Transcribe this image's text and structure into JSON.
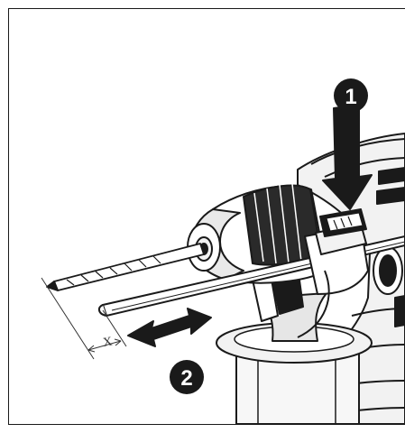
{
  "callouts": {
    "step1": "1",
    "step2": "2"
  },
  "dimension": {
    "label": "X"
  },
  "colors": {
    "stroke": "#1a1a1a",
    "body_fill": "#f2f2f2",
    "shade_dark": "#1a1a1a",
    "shade_mid": "#bdbdbd",
    "background": "#ffffff"
  }
}
